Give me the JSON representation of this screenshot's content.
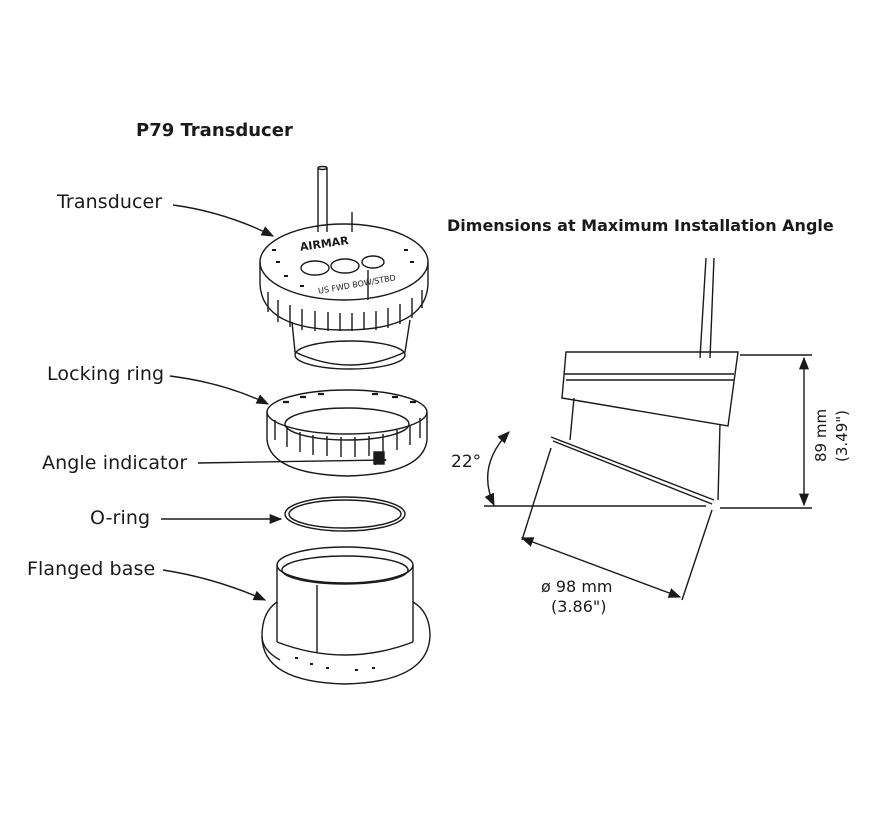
{
  "titles": {
    "left": "P79 Transducer",
    "right": "Dimensions at Maximum Installation Angle"
  },
  "labels": {
    "transducer": "Transducer",
    "locking_ring": "Locking ring",
    "angle_indicator": "Angle indicator",
    "o_ring": "O-ring",
    "flanged_base": "Flanged base"
  },
  "dimensions": {
    "angle": "22°",
    "height_mm": "89 mm",
    "height_in": "(3.49\")",
    "diameter_mm": "ø 98 mm",
    "diameter_in": "(3.86\")"
  },
  "part_markings": {
    "brand": "AIRMAR",
    "transducer_face": "US FWD BOW/STBD"
  },
  "colors": {
    "line": "#1a1a1a",
    "background": "#ffffff"
  }
}
